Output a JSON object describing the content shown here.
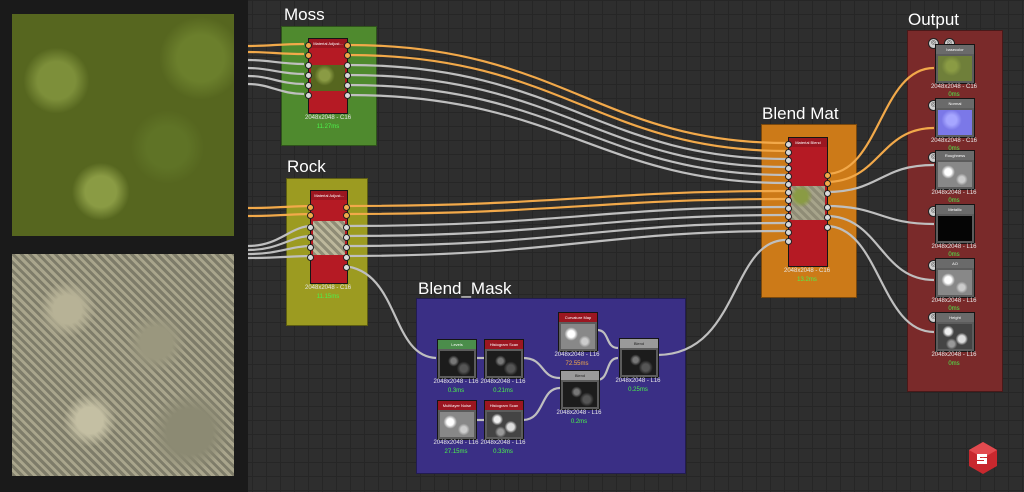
{
  "frames": {
    "moss": {
      "title": "Moss",
      "color": "#4f8a2e"
    },
    "rock": {
      "title": "Rock",
      "color": "#9c9b21"
    },
    "blend_mask": {
      "title": "Blend_Mask",
      "color": "#3a2f85"
    },
    "blend_mat": {
      "title": "Blend Mat",
      "color": "#cc7a18"
    },
    "output": {
      "title": "Output",
      "color": "#7a2a2a"
    }
  },
  "nodes": {
    "moss_material": {
      "header": "Material Adjust...",
      "caption": "2048x2048 - C16",
      "time": "11.27ms"
    },
    "rock_material": {
      "header": "Material Adjust...",
      "caption": "2048x2048 - C16",
      "time": "11.15ms"
    },
    "blend_mat": {
      "header": "Material Blend",
      "caption": "2048x2048 - C16",
      "time": "13.2ms"
    },
    "levels": {
      "header": "Levels",
      "caption": "2048x2048 - L16",
      "time": "0.3ms"
    },
    "histogram_scan_1": {
      "header": "Histogram Scan",
      "caption": "2048x2048 - L16",
      "time": "0.21ms"
    },
    "multinoise": {
      "header": "Multilayer Noise",
      "caption": "2048x2048 - L16",
      "time": "27.15ms"
    },
    "histogram_scan_2": {
      "header": "Histogram Scan",
      "caption": "2048x2048 - L16",
      "time": "0.33ms"
    },
    "curvature": {
      "header": "Curvature Map",
      "caption": "2048x2048 - L16",
      "time": "72.55ms"
    },
    "blend_1": {
      "header": "Blend",
      "caption": "2048x2048 - L16",
      "time": "0.2ms"
    },
    "blend_2": {
      "header": "Blend",
      "caption": "2048x2048 - L16",
      "time": "0.25ms"
    }
  },
  "outputs": [
    {
      "header": "basecolor",
      "caption": "2048x2048 - C16",
      "time": "0ms"
    },
    {
      "header": "Normal",
      "caption": "2048x2048 - C16",
      "time": "0ms"
    },
    {
      "header": "Roughness",
      "caption": "2048x2048 - L16",
      "time": "0ms"
    },
    {
      "header": "Metallic",
      "caption": "2048x2048 - L16",
      "time": "0ms"
    },
    {
      "header": "AO",
      "caption": "2048x2048 - L16",
      "time": "0ms"
    },
    {
      "header": "Height",
      "caption": "2048x2048 - L16",
      "time": "0ms"
    }
  ],
  "colors": {
    "wire_orange": "#f2a94a",
    "wire_gray": "#bfbfbf",
    "header_red": "#9b1620",
    "header_green": "#4b8d4b",
    "header_gray": "#9a9a9a",
    "time_green": "#4cf24c",
    "time_orange": "#f2a94a"
  },
  "icons": {
    "logo": "substance-logo-icon",
    "pin": "output-pin-icon"
  }
}
